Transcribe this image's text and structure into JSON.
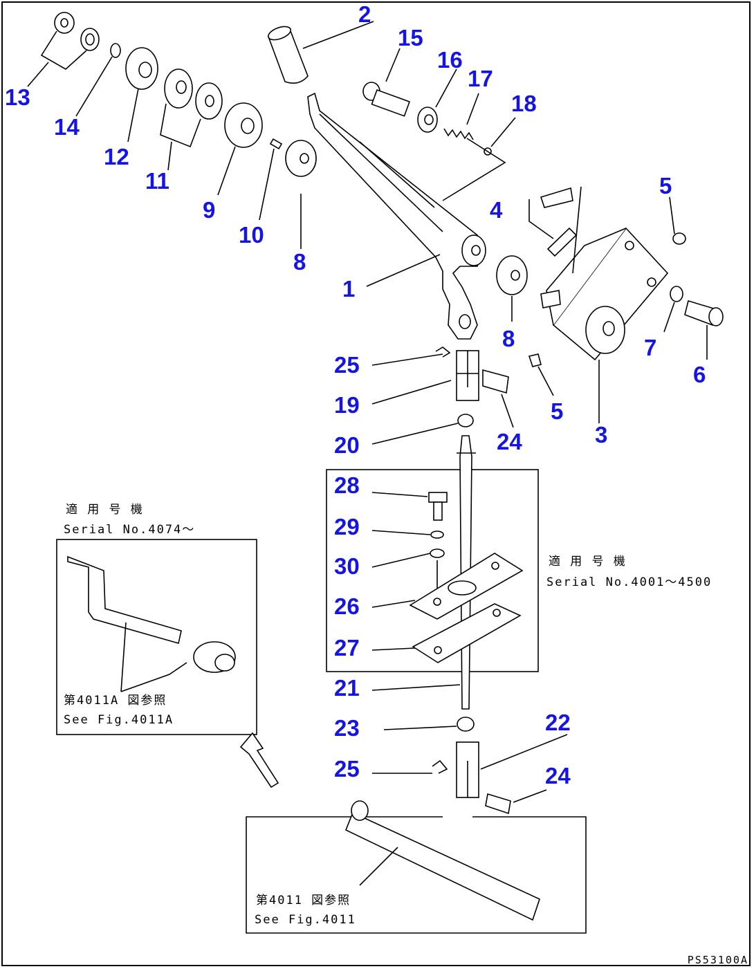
{
  "callouts": {
    "c1": "1",
    "c2": "2",
    "c3": "3",
    "c4": "4",
    "c5a": "5",
    "c5b": "5",
    "c6": "6",
    "c7": "7",
    "c8a": "8",
    "c8b": "8",
    "c9": "9",
    "c10": "10",
    "c11": "11",
    "c12": "12",
    "c13": "13",
    "c14": "14",
    "c15": "15",
    "c16": "16",
    "c17": "17",
    "c18": "18",
    "c19": "19",
    "c20": "20",
    "c21": "21",
    "c22": "22",
    "c23": "23",
    "c24a": "24",
    "c24b": "24",
    "c25a": "25",
    "c25b": "25",
    "c26": "26",
    "c27": "27",
    "c28": "28",
    "c29": "29",
    "c30": "30"
  },
  "notes": {
    "left_serial_jp": "適 用 号 機",
    "left_serial_en": "Serial No.4074〜",
    "right_serial_jp": "適 用 号 機",
    "right_serial_en": "Serial No.4001〜4500",
    "ref_4011a_jp": "第4011A 図参照",
    "ref_4011a_en": "See Fig.4011A",
    "ref_4011_jp": "第4011 図参照",
    "ref_4011_en": "See Fig.4011"
  },
  "drawing_code": "PS53100A",
  "colors": {
    "callout": "#1414e6",
    "line": "#000000",
    "background": "#ffffff"
  }
}
